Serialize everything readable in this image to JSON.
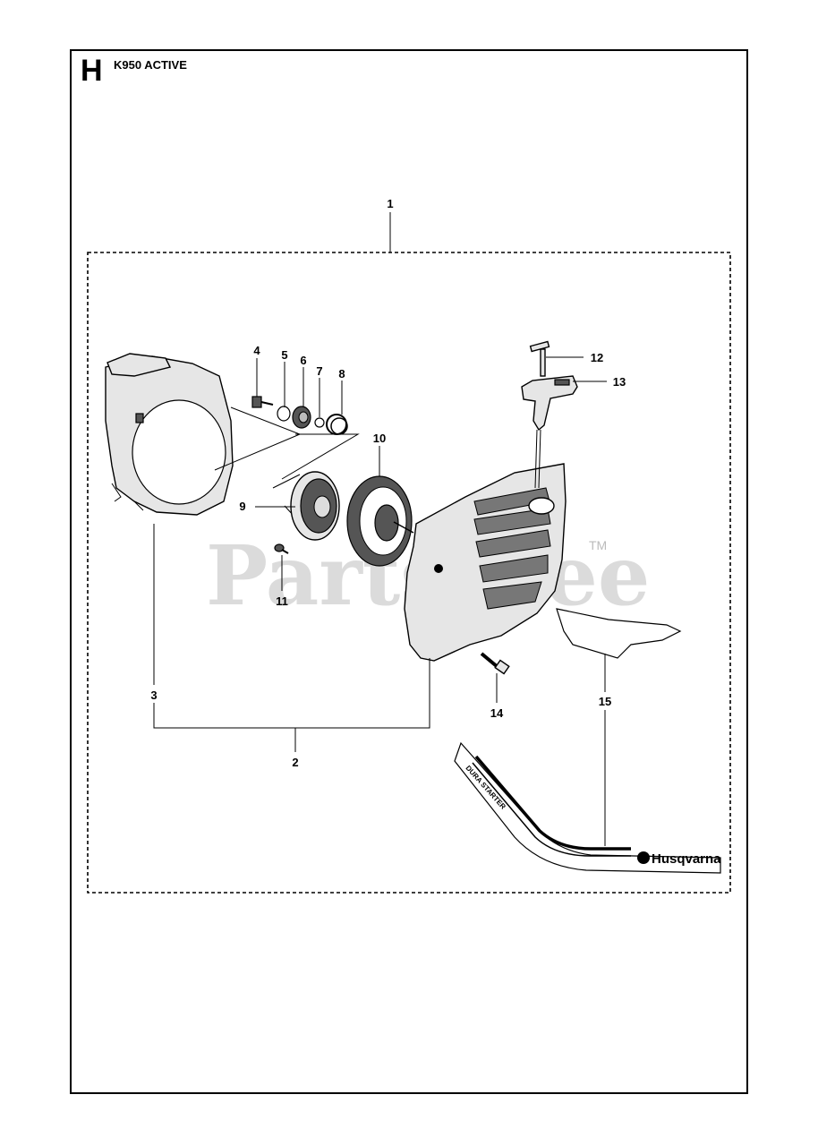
{
  "header": {
    "section_letter": "H",
    "model_title": "K950 ACTIVE"
  },
  "callouts": {
    "c1": "1",
    "c2": "2",
    "c3": "3",
    "c4": "4",
    "c5": "5",
    "c6": "6",
    "c7": "7",
    "c8": "8",
    "c9": "9",
    "c10": "10",
    "c11": "11",
    "c12": "12",
    "c13": "13",
    "c14": "14",
    "c15": "15"
  },
  "watermark": {
    "text": "PartsTree",
    "tm": "TM"
  },
  "decal": {
    "product_text": "DURA STARTER",
    "brand_text": "Husqvarna"
  }
}
